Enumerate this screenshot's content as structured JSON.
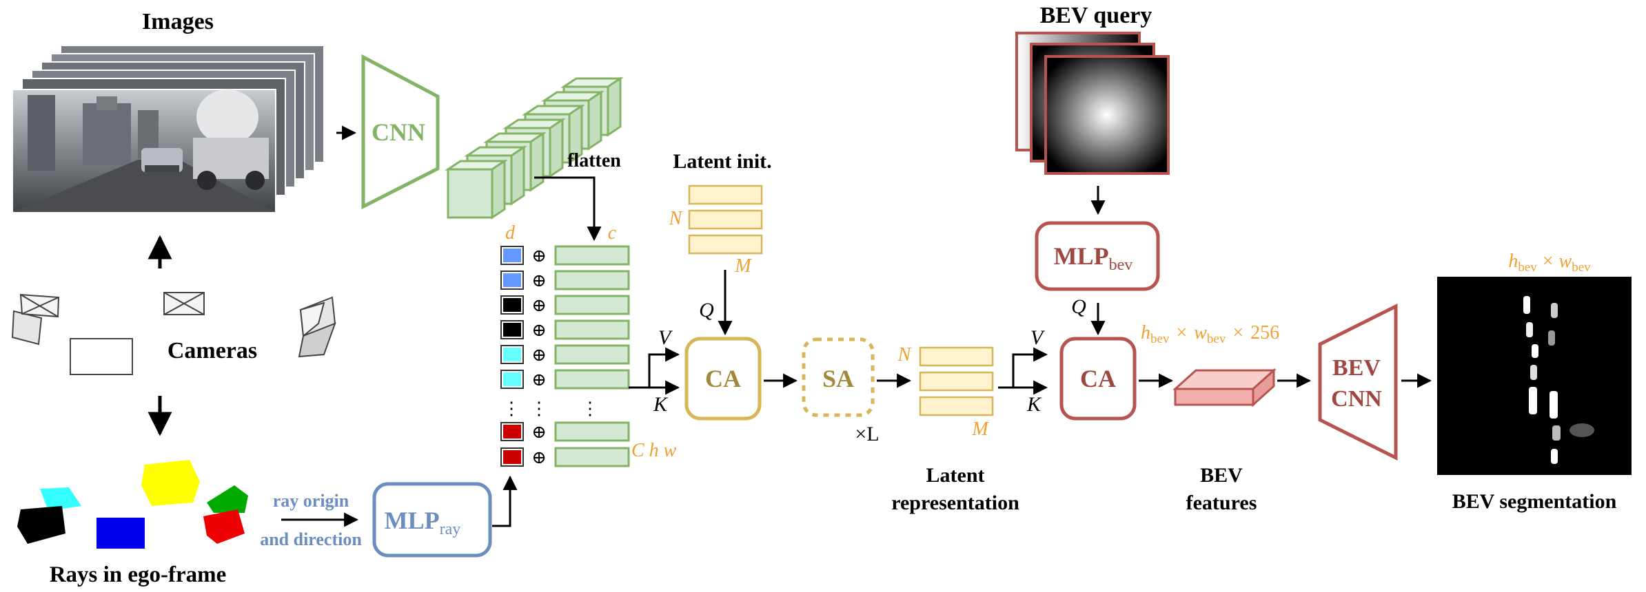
{
  "inputs": {
    "images_label": "Images",
    "cameras_label": "Cameras",
    "rays_label": "Rays in ego-frame",
    "ray_note_line1": "ray origin",
    "ray_note_line2": "and direction"
  },
  "modules": {
    "cnn_label": "CNN",
    "mlp_ray_main": "MLP",
    "mlp_ray_sub": "ray",
    "flatten_label": "flatten",
    "latent_init_label": "Latent init.",
    "ca1_label": "CA",
    "sa_label": "SA",
    "times_l": "×L",
    "latent_rep_line1": "Latent",
    "latent_rep_line2": "representation",
    "bev_query_label": "BEV query",
    "mlp_bev_main": "MLP",
    "mlp_bev_sub": "bev",
    "ca2_label": "CA",
    "bev_features_line1": "BEV",
    "bev_features_line2": "features",
    "bev_cnn_line1": "BEV",
    "bev_cnn_line2": "CNN",
    "bev_seg_label": "BEV segmentation"
  },
  "symbols": {
    "d": "d",
    "c": "c",
    "N": "N",
    "M": "M",
    "Q": "Q",
    "V": "V",
    "K": "K",
    "chw": "C h w",
    "oplus": "⊕",
    "vdots": "⋮",
    "h": "h",
    "w": "w",
    "bev_sub": "bev",
    "times": "×",
    "n256": "256"
  },
  "colors": {
    "green": "#82b366",
    "green_fill": "#d5e8d4",
    "yellow": "#d6b656",
    "yellow_fill": "#fff2cc",
    "red": "#b85450",
    "red_fill": "#f8cecc",
    "blue": "#6c8ebf",
    "orange_text": "#f0a030",
    "sky": "#6699ff",
    "cyan": "#66ffff",
    "dark_red": "#cc0000"
  },
  "icons": [
    "camera-icon",
    "image-stack",
    "ray-blob",
    "bev-query-gradient",
    "segmentation-map"
  ]
}
